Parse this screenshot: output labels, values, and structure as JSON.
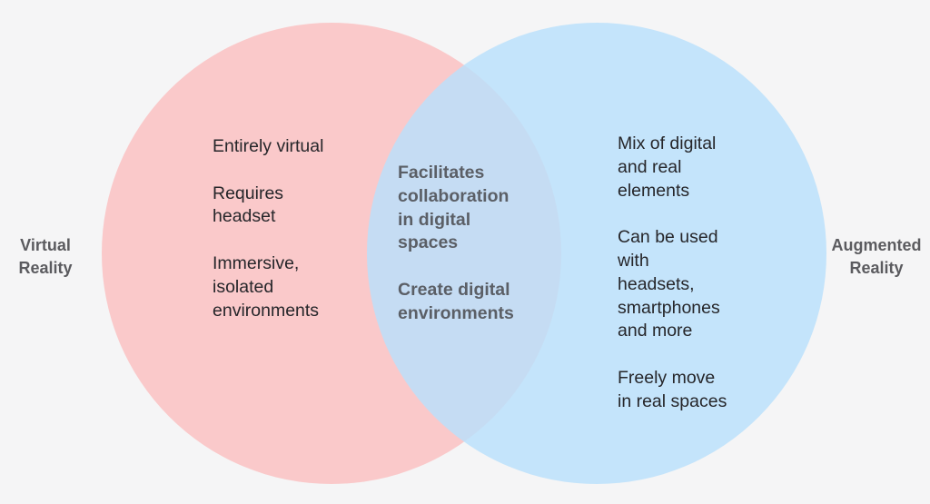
{
  "diagram": {
    "type": "venn",
    "colors": {
      "left_circle": "#fcb8b8",
      "right_circle": "#b9e0fb",
      "background": "#f5f5f6",
      "label_text": "#5b5b5f",
      "body_text": "#26262a"
    },
    "left_set": {
      "label_lines": [
        "Virtual",
        "Reality"
      ],
      "items": [
        "Entirely virtual",
        "Requires\nheadset",
        "Immersive,\nisolated\nenvironments"
      ]
    },
    "right_set": {
      "label_lines": [
        "Augmented",
        "Reality"
      ],
      "items": [
        "Mix of digital\nand real\nelements",
        "Can be used\nwith\nheadsets,\nsmartphones\nand more",
        "Freely move\nin real spaces"
      ]
    },
    "overlap": {
      "items": [
        "Facilitates\ncollaboration\nin digital\nspaces",
        "Create digital\nenvironments"
      ]
    }
  }
}
